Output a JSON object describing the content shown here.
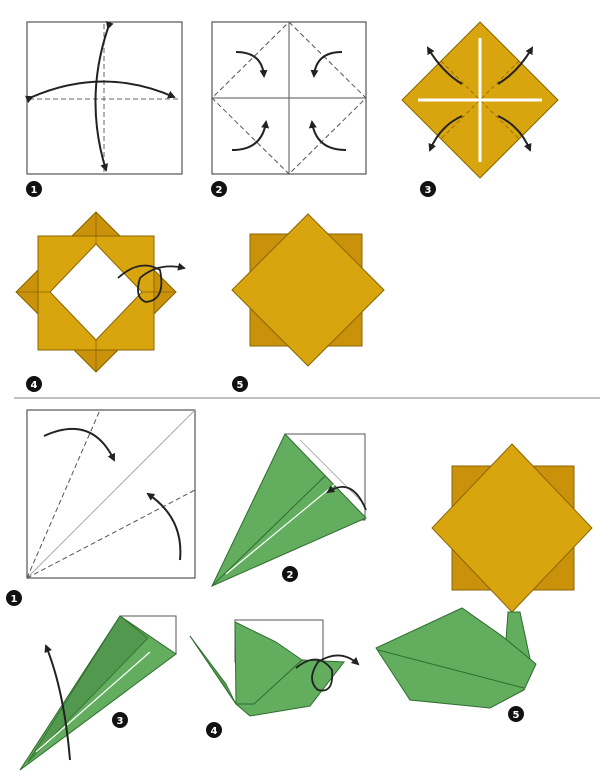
{
  "diagram": {
    "colors": {
      "paper_white": "#ffffff",
      "flower_gold": "#d9a50f",
      "flower_gold_dark": "#b88707",
      "leaf_green": "#62ad5e",
      "leaf_green_dark": "#3f8a3e",
      "line": "#333333",
      "badge": "#111111",
      "divider": "#9a9a9a"
    },
    "sections": [
      {
        "id": "flower",
        "steps": [
          {
            "number": "1"
          },
          {
            "number": "2"
          },
          {
            "number": "3"
          },
          {
            "number": "4"
          },
          {
            "number": "5"
          }
        ]
      },
      {
        "id": "stem",
        "steps": [
          {
            "number": "1"
          },
          {
            "number": "2"
          },
          {
            "number": "3"
          },
          {
            "number": "4"
          },
          {
            "number": "5"
          }
        ]
      }
    ]
  }
}
